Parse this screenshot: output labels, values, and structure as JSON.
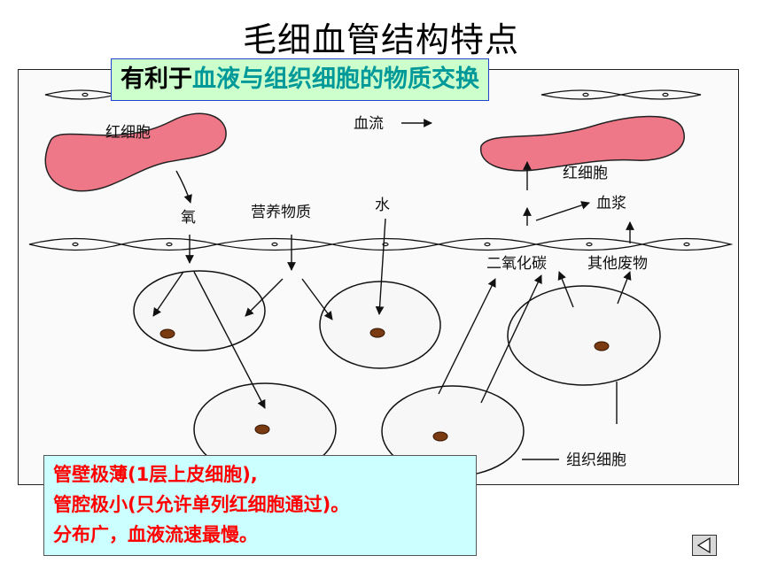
{
  "title": "毛细血管结构特点",
  "banner": {
    "part1": "有利于",
    "part2": "血液与组织细胞的物质交换"
  },
  "labels": {
    "red_cell_left": "红细胞",
    "blood_flow": "血流",
    "red_cell_right": "红细胞",
    "oxygen": "氧",
    "nutrients": "营养物质",
    "water": "水",
    "plasma": "血浆",
    "co2": "二氧化碳",
    "other_waste": "其他废物",
    "tissue_cell": "组织细胞"
  },
  "notes": [
    "管壁极薄(1层上皮细胞),",
    "管腔极小(只允许单列红细胞通过)。",
    "分布广，血液流速最慢。"
  ],
  "colors": {
    "red_cell_fill": "#ee7788",
    "banner_bg": "#ccffcc",
    "banner_accent": "#009999",
    "note_bg": "#ccffff",
    "note_text": "#ff0000"
  },
  "nav": {
    "icon": "triangle-left-icon"
  }
}
